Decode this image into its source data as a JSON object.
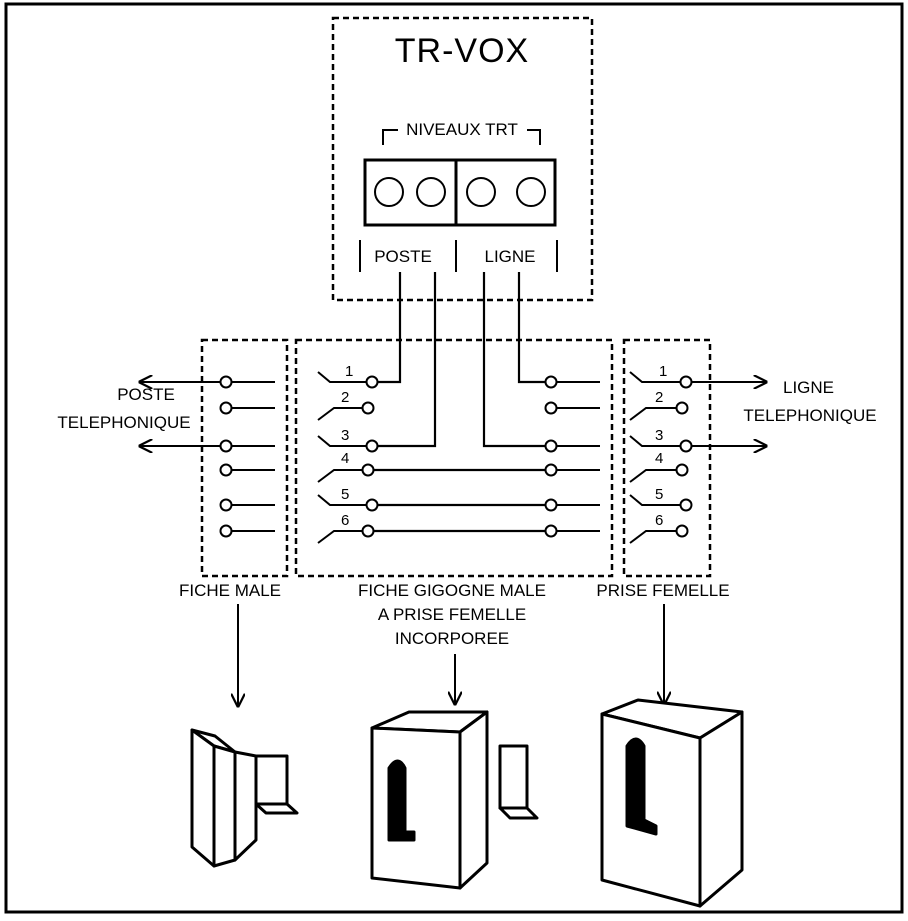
{
  "diagram": {
    "title": "TR-VOX",
    "levels_label": "NIVEAUX TRT",
    "poste_label": "POSTE",
    "ligne_label": "LIGNE",
    "left_arrow_label_line1": "POSTE",
    "left_arrow_label_line2": "TELEPHONIQUE",
    "right_arrow_label_line1": "LIGNE",
    "right_arrow_label_line2": "TELEPHONIQUE",
    "pin_numbers": [
      "1",
      "2",
      "3",
      "4",
      "5",
      "6"
    ],
    "connector_labels": {
      "male_plug": "FICHE MALE",
      "gigogne_line1": "FICHE GIGOGNE MALE",
      "gigogne_line2": "A PRISE FEMELLE",
      "gigogne_line3": "INCORPOREE",
      "female_socket": "PRISE FEMELLE"
    }
  }
}
